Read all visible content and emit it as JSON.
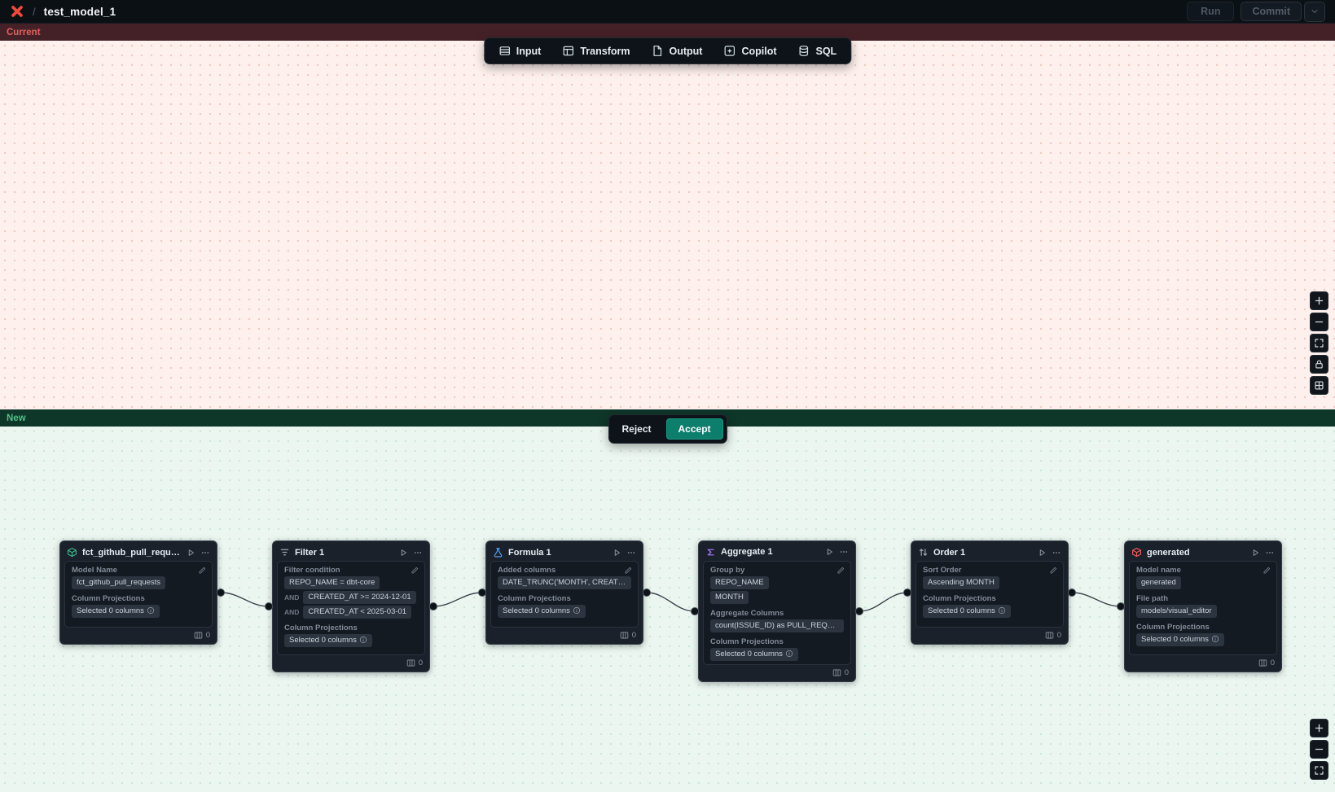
{
  "topbar": {
    "breadcrumb_separator": "/",
    "title": "test_model_1",
    "run_label": "Run",
    "commit_label": "Commit"
  },
  "bands": {
    "current": "Current",
    "new": "New"
  },
  "toolbar": {
    "items": [
      {
        "label": "Input",
        "icon": "table-rows-icon"
      },
      {
        "label": "Transform",
        "icon": "table-icon"
      },
      {
        "label": "Output",
        "icon": "document-icon"
      },
      {
        "label": "Copilot",
        "icon": "sparkle-icon"
      },
      {
        "label": "SQL",
        "icon": "database-icon"
      }
    ]
  },
  "review": {
    "reject_label": "Reject",
    "accept_label": "Accept"
  },
  "canvas_controls": {
    "current_pane": [
      "zoom-in",
      "zoom-out",
      "fit-view",
      "lock",
      "grid"
    ],
    "new_pane": [
      "zoom-in",
      "zoom-out",
      "fit-view"
    ]
  },
  "colors": {
    "accept_accent": "#0d7d6c",
    "logo": "#ee4a3a",
    "current_band_bg": "#442127",
    "current_band_text": "#e0635a",
    "new_band_bg": "#0e3629",
    "new_band_text": "#55be88",
    "node_icon_green": "#3fb88c",
    "node_icon_blue": "#58a6ff",
    "node_icon_purple": "#a371f7",
    "node_icon_red": "#f15e55"
  },
  "nodes": [
    {
      "title": "fct_github_pull_requests",
      "icon": "cube-icon",
      "fields": [
        {
          "label": "Model Name",
          "chips": [
            {
              "text": "fct_github_pull_requests"
            }
          ]
        },
        {
          "label": "Column Projections",
          "chips": [
            {
              "text": "Selected 0 columns",
              "info": true
            }
          ]
        }
      ],
      "footer_count": "0"
    },
    {
      "title": "Filter 1",
      "icon": "filter-icon",
      "fields": [
        {
          "label": "Filter condition",
          "chips": [
            {
              "text": "REPO_NAME = dbt-core"
            },
            {
              "prefix": "AND",
              "text": "CREATED_AT >= 2024-12-01"
            },
            {
              "prefix": "AND",
              "text": "CREATED_AT < 2025-03-01"
            }
          ]
        },
        {
          "label": "Column Projections",
          "chips": [
            {
              "text": "Selected 0 columns",
              "info": true
            }
          ]
        }
      ],
      "footer_count": "0"
    },
    {
      "title": "Formula 1",
      "icon": "flask-icon",
      "fields": [
        {
          "label": "Added columns",
          "chips": [
            {
              "text": "DATE_TRUNC('MONTH', CREATED_AT…"
            }
          ]
        },
        {
          "label": "Column Projections",
          "chips": [
            {
              "text": "Selected 0 columns",
              "info": true
            }
          ]
        }
      ],
      "footer_count": "0"
    },
    {
      "title": "Aggregate 1",
      "icon": "sigma-icon",
      "fields": [
        {
          "label": "Group by",
          "chips": [
            {
              "text": "REPO_NAME"
            },
            {
              "text": "MONTH"
            }
          ]
        },
        {
          "label": "Aggregate Columns",
          "chips": [
            {
              "text": "count(ISSUE_ID) as PULL_REQUEST_…"
            }
          ]
        },
        {
          "label": "Column Projections",
          "chips": [
            {
              "text": "Selected 0 columns",
              "info": true
            }
          ]
        }
      ],
      "footer_count": "0"
    },
    {
      "title": "Order 1",
      "icon": "sort-icon",
      "fields": [
        {
          "label": "Sort Order",
          "chips": [
            {
              "text": "Ascending MONTH"
            }
          ]
        },
        {
          "label": "Column Projections",
          "chips": [
            {
              "text": "Selected 0 columns",
              "info": true
            }
          ]
        }
      ],
      "footer_count": "0"
    },
    {
      "title": "generated",
      "icon": "cube-icon",
      "fields": [
        {
          "label": "Model name",
          "chips": [
            {
              "text": "generated"
            }
          ]
        },
        {
          "label": "File path",
          "chips": [
            {
              "text": "models/visual_editor"
            }
          ]
        },
        {
          "label": "Column Projections",
          "chips": [
            {
              "text": "Selected 0 columns",
              "info": true
            }
          ]
        }
      ],
      "footer_count": "0"
    }
  ],
  "edges": [
    {
      "source": "fct_github_pull_requests",
      "target": "Filter 1"
    },
    {
      "source": "Filter 1",
      "target": "Formula 1"
    },
    {
      "source": "Formula 1",
      "target": "Aggregate 1"
    },
    {
      "source": "Aggregate 1",
      "target": "Order 1"
    },
    {
      "source": "Order 1",
      "target": "generated"
    }
  ]
}
